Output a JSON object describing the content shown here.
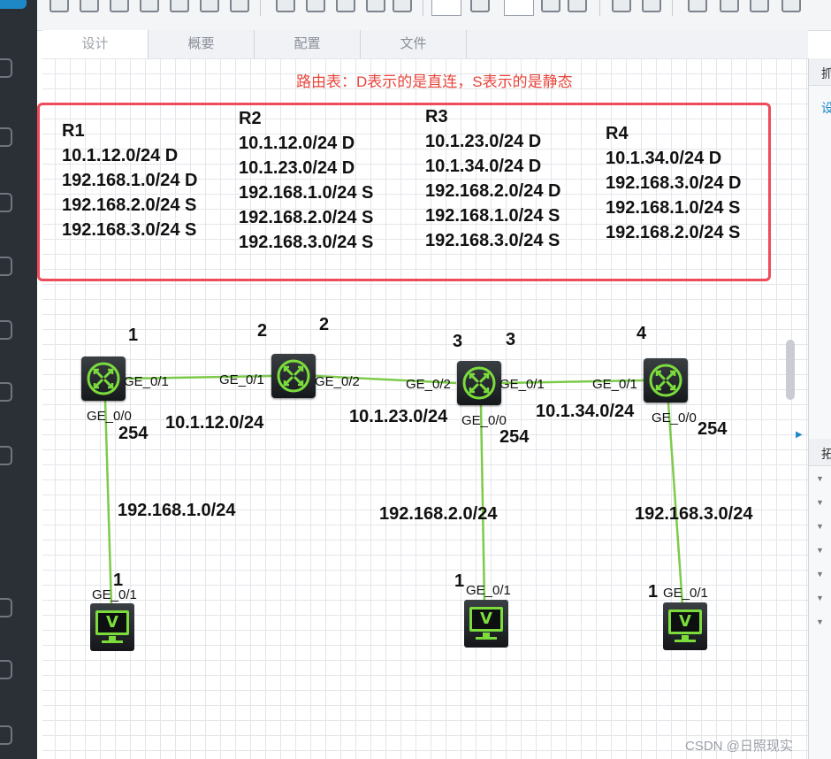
{
  "colors": {
    "accent": "#1e88c7",
    "route_note": "#e8463c",
    "route_box_border": "#ee4c5a",
    "link_green": "#7ccb4a",
    "device_green": "#7bdc3c"
  },
  "sidebar": {
    "logo_icon": "app-logo",
    "icons": [
      "device-icon",
      "expand-icon",
      "arrow-icon",
      "shield-icon",
      "circle-icon",
      "book-icon",
      "monitor-icon",
      "home-icon",
      "info-icon",
      "trophy-icon"
    ]
  },
  "toolbar": {
    "icons": [
      "new-icon",
      "open-icon",
      "save-icon",
      "save-as-icon",
      "export-icon",
      "undo-icon",
      "edit-icon",
      "link-icon",
      "layers-icon",
      "align-down-icon",
      "align-up-icon",
      "image-icon",
      "capture-icon",
      "settings-icon",
      "grid-icon",
      "zoom-in-icon",
      "zoom-out-icon",
      "fit-icon",
      "stop-icon",
      "add-device-icon",
      "add-node-icon",
      "add-link-icon",
      "camera-icon"
    ]
  },
  "tabs": [
    {
      "label": "设计",
      "active": true
    },
    {
      "label": "概要",
      "active": false
    },
    {
      "label": "配置",
      "active": false
    },
    {
      "label": "文件",
      "active": false
    }
  ],
  "right_panel": {
    "header_top": "抓",
    "link_text": "设",
    "header_bottom": "拓"
  },
  "route_note": "路由表：D表示的是直连，S表示的是静态",
  "route_tables": [
    {
      "name": "R1",
      "rows": [
        "10.1.12.0/24 D",
        "192.168.1.0/24 D",
        "192.168.2.0/24 S",
        "192.168.3.0/24 S"
      ]
    },
    {
      "name": "R2",
      "rows": [
        "10.1.12.0/24 D",
        "10.1.23.0/24 D",
        "192.168.1.0/24 S",
        "192.168.2.0/24 S",
        "192.168.3.0/24 S"
      ]
    },
    {
      "name": "R3",
      "rows": [
        "10.1.23.0/24 D",
        "10.1.34.0/24 D",
        "192.168.2.0/24 D",
        "192.168.1.0/24 S",
        "192.168.3.0/24 S"
      ]
    },
    {
      "name": "R4",
      "rows": [
        "10.1.34.0/24 D",
        "192.168.3.0/24 D",
        "192.168.1.0/24 S",
        "192.168.2.0/24 S"
      ]
    }
  ],
  "topology": {
    "router_icon": "router-icon",
    "pc_icon": "pc-icon",
    "pc_mark": "V",
    "port_labels": {
      "r1_ge01": "GE_0/1",
      "r1_ge00": "GE_0/0",
      "r2_ge01": "GE_0/1",
      "r2_ge02": "GE_0/2",
      "r3_ge02": "GE_0/2",
      "r3_ge01": "GE_0/1",
      "r3_ge00": "GE_0/0",
      "r4_ge01": "GE_0/1",
      "r4_ge00": "GE_0/0",
      "pc1_ge01": "GE_0/1",
      "pc2_ge01": "GE_0/1",
      "pc3_ge01": "GE_0/1"
    },
    "host_numbers": {
      "r1_left": "1",
      "r2_left": "2",
      "r2_right": "2",
      "r3_left": "3",
      "r3_right": "3",
      "r4": "4",
      "r1_lan": "254",
      "r3_lan": "254",
      "r4_lan": "254",
      "pc1": "1",
      "pc2": "1",
      "pc3": "1"
    },
    "networks": {
      "link12": "10.1.12.0/24",
      "link23": "10.1.23.0/24",
      "link34": "10.1.34.0/24",
      "lan1": "192.168.1.0/24",
      "lan2": "192.168.2.0/24",
      "lan3": "192.168.3.0/24"
    }
  },
  "watermark": "CSDN @日照现实"
}
